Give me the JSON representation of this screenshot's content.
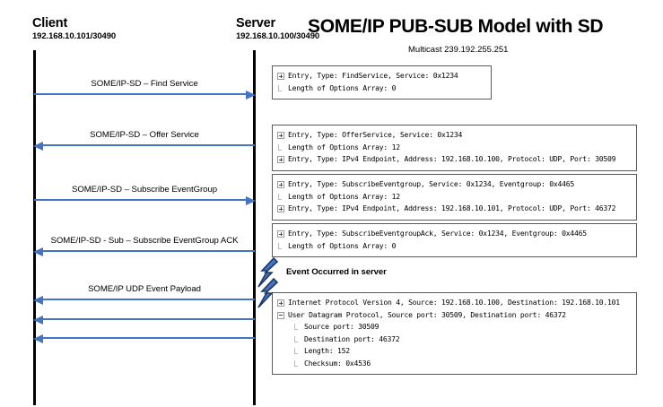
{
  "title": "SOME/IP PUB-SUB Model with SD",
  "subtitle": "Multicast 239.192.255.251",
  "actors": {
    "client": {
      "name": "Client",
      "address": "192.168.10.101/30490"
    },
    "server": {
      "name": "Server",
      "address": "192.168.10.100/30490"
    }
  },
  "colors": {
    "arrow": "#4472C4",
    "lifeline": "#000000",
    "pane_border": "#5a5a5a",
    "bolt_fill": "#4472C4",
    "bolt_stroke": "#1F3864"
  },
  "messages": [
    {
      "label": "SOME/IP-SD – Find Service",
      "direction": "client-to-server"
    },
    {
      "label": "SOME/IP-SD – Offer Service",
      "direction": "server-to-client"
    },
    {
      "label": "SOME/IP-SD – Subscribe EventGroup",
      "direction": "client-to-server"
    },
    {
      "label": "SOME/IP-SD - Sub – Subscribe EventGroup ACK",
      "direction": "server-to-client"
    },
    {
      "label": "SOME/IP UDP Event Payload",
      "direction": "server-to-client"
    },
    {
      "label": "",
      "direction": "server-to-client"
    },
    {
      "label": "",
      "direction": "server-to-client"
    }
  ],
  "event_note": "Event Occurred in server",
  "panes": [
    {
      "name": "find-service-pane",
      "rows": [
        {
          "twisty": "plus",
          "text": "Entry, Type: FindService, Service: 0x1234"
        },
        {
          "twisty": "stub",
          "text": "Length of Options Array: 0"
        }
      ]
    },
    {
      "name": "offer-service-pane",
      "rows": [
        {
          "twisty": "plus",
          "text": "Entry, Type: OfferService, Service: 0x1234"
        },
        {
          "twisty": "stub",
          "text": "Length of Options Array: 12"
        },
        {
          "twisty": "plus",
          "text": "Entry, Type: IPv4 Endpoint, Address: 192.168.10.100, Protocol: UDP, Port: 30509"
        }
      ]
    },
    {
      "name": "subscribe-eventgroup-pane",
      "rows": [
        {
          "twisty": "plus",
          "text": "Entry, Type: SubscribeEventgroup, Service: 0x1234, Eventgroup: 0x4465"
        },
        {
          "twisty": "stub",
          "text": "Length of Options Array: 12"
        },
        {
          "twisty": "plus",
          "text": "Entry, Type: IPv4 Endpoint, Address: 192.168.10.101, Protocol: UDP, Port: 46372"
        }
      ]
    },
    {
      "name": "subscribe-eventgroup-ack-pane",
      "rows": [
        {
          "twisty": "plus",
          "text": "Entry, Type: SubscribeEventgroupAck, Service: 0x1234, Eventgroup: 0x4465"
        },
        {
          "twisty": "stub",
          "text": "Length of Options Array: 0"
        }
      ]
    },
    {
      "name": "udp-payload-pane",
      "rows": [
        {
          "twisty": "plus",
          "text": "Internet Protocol Version 4, Source: 192.168.10.100, Destination: 192.168.10.101"
        },
        {
          "twisty": "minus",
          "text": "User Datagram Protocol, Source port: 30509, Destination port: 46372"
        },
        {
          "twisty": "stub",
          "text": "Source port: 30509",
          "indent": true
        },
        {
          "twisty": "stub",
          "text": "Destination port: 46372",
          "indent": true
        },
        {
          "twisty": "stub",
          "text": "Length: 152",
          "indent": true
        },
        {
          "twisty": "stub",
          "text": "Checksum: 0x4536",
          "indent": true
        }
      ]
    }
  ]
}
